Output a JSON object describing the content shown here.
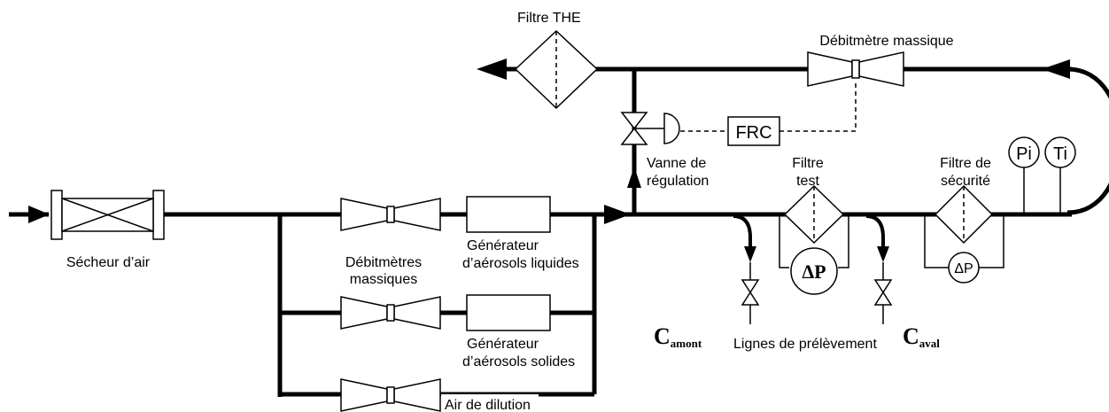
{
  "labels": {
    "filtre_the": "Filtre THE",
    "debitmetre_massique": "Débitmètre massique",
    "frc": "FRC",
    "vanne_line1": "Vanne de",
    "vanne_line2": "régulation",
    "filtre_test_line1": "Filtre",
    "filtre_test_line2": "test",
    "filtre_securite_line1": "Filtre de",
    "filtre_securite_line2": "sécurité",
    "pi": "Pi",
    "ti": "Ti",
    "secheur": "Sécheur d’air",
    "debitmetres_line1": "Débitmètres",
    "debitmetres_line2": "massiques",
    "gen_liquides_line1": "Générateur",
    "gen_liquides_line2": "d’aérosols liquides",
    "gen_solides_line1": "Générateur",
    "gen_solides_line2": "d’aérosols solides",
    "air_dilution": "Air de dilution",
    "delta_p": "ΔP",
    "c_amont_main": "C",
    "c_amont_sub": "amont",
    "c_aval_main": "C",
    "c_aval_sub": "aval",
    "lignes_prelevement": "Lignes de prélèvement"
  }
}
